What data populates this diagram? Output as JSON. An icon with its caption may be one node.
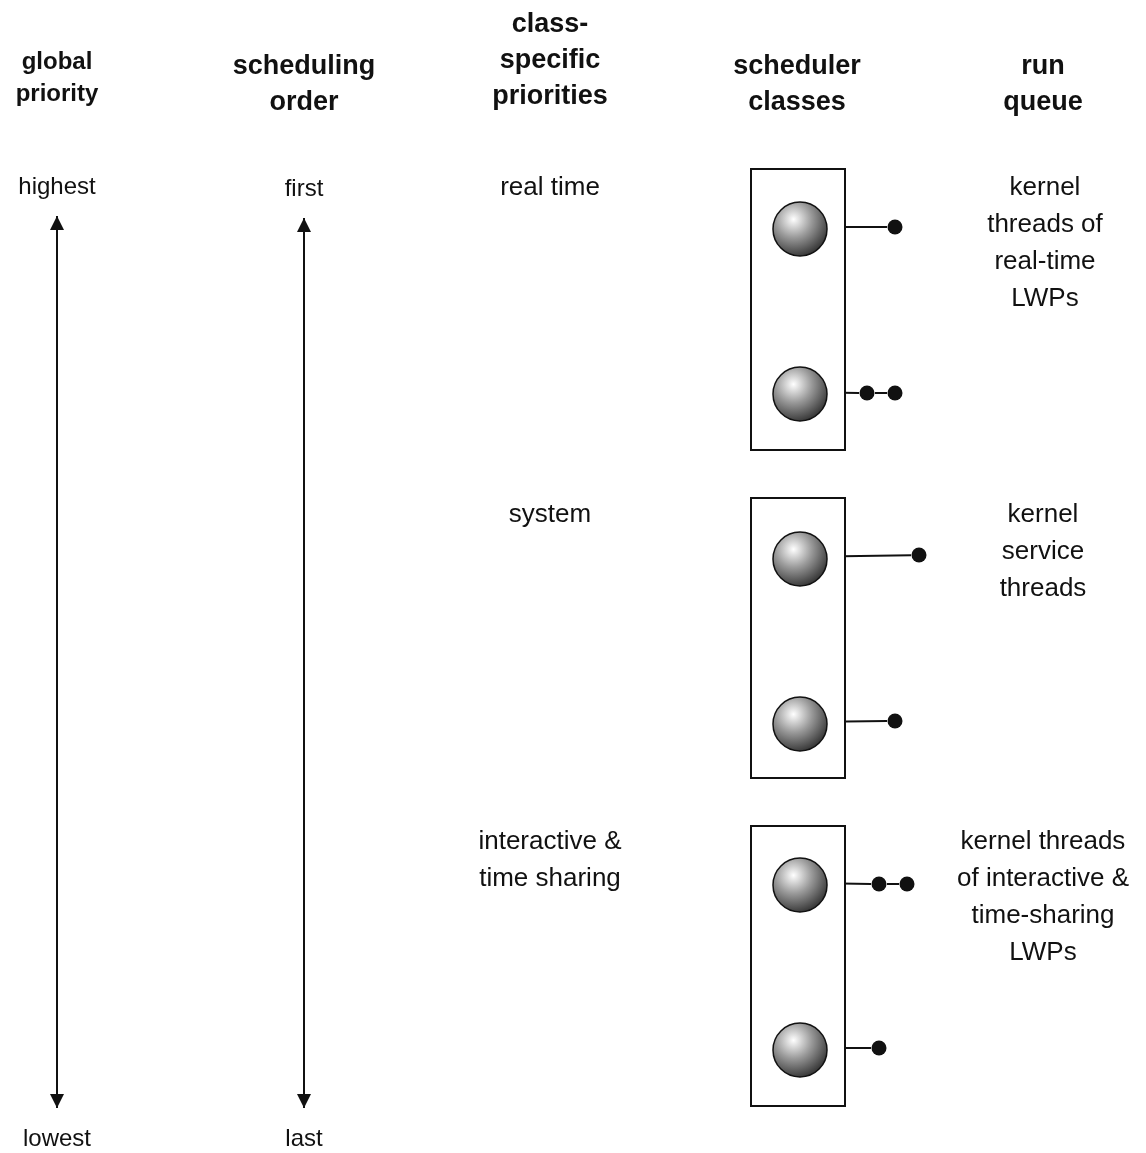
{
  "diagram": {
    "nodes": [
      {
        "text": [
          "highest"
        ]
      },
      {
        "text": [
          "lowest"
        ]
      },
      {
        "text": [
          "first"
        ]
      },
      {
        "text": [
          "last"
        ]
      },
      {
        "text": [],
        "shape": "box"
      },
      {
        "text": [],
        "shape": "circle",
        "in": 4
      },
      {
        "text": [],
        "shape": "circle",
        "in": 4
      },
      {
        "text": [],
        "shape": "circle"
      },
      {
        "text": [],
        "shape": "circle"
      },
      {
        "text": [],
        "shape": "circle"
      },
      {
        "text": [],
        "shape": "box"
      },
      {
        "text": [],
        "shape": "circle",
        "in": 10
      },
      {
        "text": [],
        "shape": "circle",
        "in": 10
      },
      {
        "text": [],
        "shape": "circle"
      },
      {
        "text": [],
        "shape": "circle"
      },
      {
        "text": [],
        "shape": "box"
      },
      {
        "text": [],
        "shape": "circle",
        "in": 15
      },
      {
        "text": [],
        "shape": "circle",
        "in": 15
      },
      {
        "text": [],
        "shape": "circle"
      },
      {
        "text": [],
        "shape": "circle"
      },
      {
        "text": [],
        "shape": "circle"
      }
    ],
    "edges": [
      {
        "from": 0,
        "to": 1,
        "arrow": "both"
      },
      {
        "from": 2,
        "to": 3,
        "arrow": "both"
      },
      {
        "from": 5,
        "to": 7,
        "arrow": "none"
      },
      {
        "from": 6,
        "to": 8,
        "arrow": "none"
      },
      {
        "from": 8,
        "to": 9,
        "arrow": "none"
      },
      {
        "from": 11,
        "to": 13,
        "arrow": "none"
      },
      {
        "from": 12,
        "to": 14,
        "arrow": "none"
      },
      {
        "from": 16,
        "to": 18,
        "arrow": "none"
      },
      {
        "from": 18,
        "to": 19,
        "arrow": "none"
      },
      {
        "from": 17,
        "to": 20,
        "arrow": "none"
      }
    ],
    "labels": [
      "global priority",
      "scheduling order",
      "class-specific priorities",
      "scheduler classes",
      "run queue",
      "real time",
      "kernel threads of real-time LWPs",
      "system",
      "kernel service threads",
      "interactive & time sharing",
      "kernel threads of interactive & time-sharing LWPs"
    ]
  }
}
